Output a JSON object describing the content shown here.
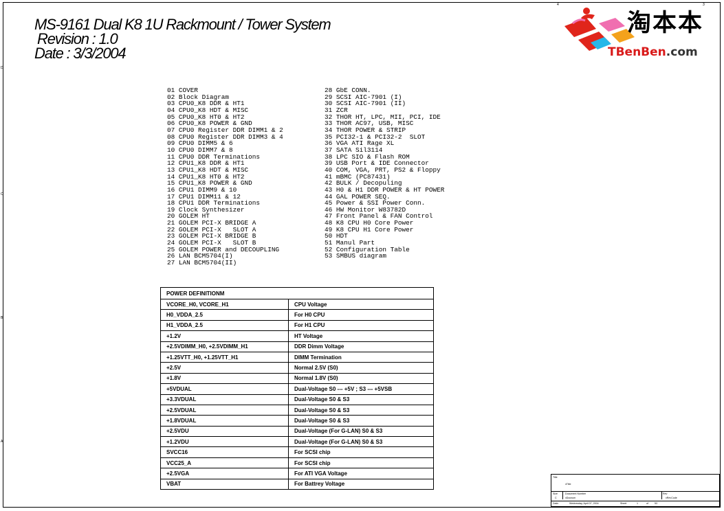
{
  "header": {
    "title": "MS-9161 Dual K8 1U Rackmount / Tower System",
    "revision": "Revision : 1.0",
    "date": "Date : 3/3/2004"
  },
  "logo": {
    "chinese": "淘本本",
    "english_brand": "TBenBen",
    "english_domain": ".com",
    "icon": "figure-logo-icon",
    "colors": {
      "red": "#e0251b",
      "pink": "#f06fb0",
      "orange": "#f4a21c",
      "cyan": "#27b7e8"
    }
  },
  "frame_ticks": {
    "top": [
      "4",
      "3"
    ],
    "left": [
      "D",
      "C",
      "B",
      "A"
    ]
  },
  "index_left": [
    "01 COVER",
    "02 Block Diagram",
    "03 CPU0_K8 DDR & HT1",
    "04 CPU0_K8 HDT & MISC",
    "05 CPU0_K8 HT0 & HT2",
    "06 CPU0_K8 POWER & GND",
    "07 CPU0 Register DDR DIMM1 & 2",
    "08 CPU0 Register DDR DIMM3 & 4",
    "09 CPU0 DIMM5 & 6",
    "10 CPU0 DIMM7 & 8",
    "11 CPU0 DDR Terminations",
    "12 CPU1_K8 DDR & HT1",
    "13 CPU1_K8 HDT & MISC",
    "14 CPU1_K8 HT0 & HT2",
    "15 CPU1_K8 POWER & GND",
    "16 CPU1 DIMM9 & 10",
    "17 CPU1 DIMM11 & 12",
    "18 CPU1 DDR Terminations",
    "19 Clock Synthesizer",
    "20 GOLEM HT",
    "21 GOLEM PCI-X BRIDGE A",
    "22 GOLEM PCI-X   SLOT A",
    "23 GOLEM PCI-X BRIDGE B",
    "24 GOLEM PCI-X   SLOT B",
    "25 GOLEM POWER and DECOUPLING",
    "26 LAN BCM5704(I)",
    "27 LAN BCM5704(II)"
  ],
  "index_right": [
    "28 GbE CONN.",
    "29 SCSI AIC-7901 (I)",
    "30 SCSI AIC-7901 (II)",
    "31 ZCR",
    "32 THOR HT, LPC, MII, PCI, IDE",
    "33 THOR AC97, USB, MISC",
    "34 THOR POWER & STRIP",
    "35 PCI32-1 & PCI32-2  SLOT",
    "36 VGA ATI Rage XL",
    "37 SATA Sil3114",
    "38 LPC SIO & Flash ROM",
    "39 USB Port & IDE Connector",
    "40 COM, VGA, PRT, PS2 & Floppy",
    "41 mBMC (PC87431)",
    "42 BULK / Decopuling",
    "43 H0 & H1 DDR POWER & HT POWER",
    "44 GAL POWER SEQ.",
    "45 Power & SSI Power Conn.",
    "46 HW Monitor W83782D",
    "47 Front Panel & FAN Control",
    "48 K8 CPU H0 Core Power",
    "49 K8 CPU H1 Core Power",
    "50 HDT",
    "51 Manul Part",
    "52 Configuration Table",
    "53 SMBUS diagram"
  ],
  "power_table": {
    "title": "POWER DEFINITIONM",
    "rows": [
      [
        "VCORE_H0, VCORE_H1",
        "CPU Voltage"
      ],
      [
        "H0_VDDA_2.5",
        "For H0 CPU"
      ],
      [
        "H1_VDDA_2.5",
        "For H1 CPU"
      ],
      [
        "+1.2V",
        "HT Voltage"
      ],
      [
        "+2.5VDIMM_H0, +2.5VDIMM_H1",
        "DDR Dimm Voltage"
      ],
      [
        "+1.25VTT_H0, +1.25VTT_H1",
        "DIMM Termination"
      ],
      [
        "+2.5V",
        "Normal 2.5V (S0)"
      ],
      [
        "+1.8V",
        "Normal 1.8V (S0)"
      ],
      [
        "+5VDUAL",
        "Dual-Voltage  S0 --- +5V ; S3 --- +5VSB"
      ],
      [
        "+3.3VDUAL",
        "Dual-Voltage  S0 & S3"
      ],
      [
        "+2.5VDUAL",
        "Dual-Voltage  S0 & S3"
      ],
      [
        "+1.8VDUAL",
        "Dual-Voltage  S0 & S3"
      ],
      [
        "+2.5VDU",
        "Dual-Voltage (For G-LAN)  S0 & S3"
      ],
      [
        "+1.2VDU",
        "Dual-Voltage (For G-LAN)  S0 & S3"
      ],
      [
        "SVCC16",
        "For SCSI chip"
      ],
      [
        "VCC25_A",
        "For SCSI chip"
      ],
      [
        "+2.5VGA",
        "For ATI VGA Voltage"
      ],
      [
        "VBAT",
        "For Battrey Voltage"
      ]
    ]
  },
  "title_block": {
    "title_label": "Title",
    "title_value": "xTitle",
    "size_label": "Size",
    "size_value": "C",
    "docnum_label": "Document Number",
    "docnum_value": "xDocnum",
    "rev_label": "Rev",
    "rev_value": "xRevCode",
    "date_label": "Date:",
    "date_value": "Wednesday, April 07, 2004",
    "sheet_label": "Sheet",
    "sheet_num": "1",
    "of_label": "of",
    "sheet_total": "53"
  }
}
